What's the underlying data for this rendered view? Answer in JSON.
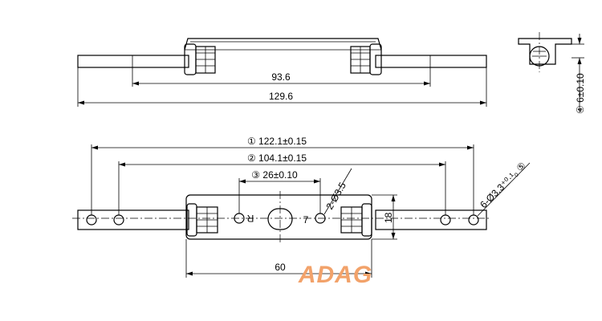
{
  "dimensions": {
    "top_inner_length": "93.6",
    "top_overall_length": "129.6",
    "side_thickness": "④ 6±0.10",
    "hole_spacing_outer": "① 122.1±0.15",
    "hole_spacing_inner": "② 104.1±0.15",
    "center_spacing": "③ 26±0.10",
    "small_holes": "2-Ø3.5",
    "end_holes": "6-Ø3.3⁺⁰·¹₀ ⑤",
    "plate_width": "60",
    "plate_height": "18"
  },
  "plate_marks": {
    "left_mark": "R",
    "right_mark": "7"
  },
  "logo": {
    "text": "ADAG",
    "color": "#f2a26a"
  }
}
